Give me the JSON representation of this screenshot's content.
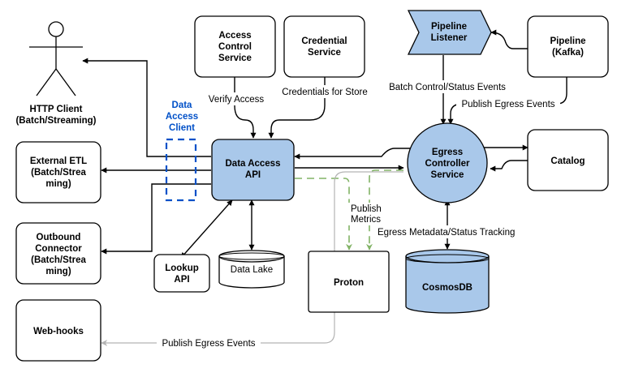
{
  "nodes": {
    "http_client": [
      "HTTP Client",
      "(Batch/Streaming)"
    ],
    "access_control": [
      "Access",
      "Control",
      "Service"
    ],
    "credential": [
      "Credential",
      "Service"
    ],
    "pipeline_listener": [
      "Pipeline",
      "Listener"
    ],
    "pipeline_kafka": [
      "Pipeline",
      "(Kafka)"
    ],
    "data_access_client": [
      "Data",
      "Access",
      "Client"
    ],
    "external_etl": [
      "External ETL",
      "(Batch/Strea",
      "ming)"
    ],
    "data_access_api": [
      "Data Access",
      "API"
    ],
    "egress_controller": [
      "Egress",
      "Controller",
      "Service"
    ],
    "catalog": [
      "Catalog"
    ],
    "outbound_connector": [
      "Outbound",
      "Connector",
      "(Batch/Strea",
      "ming)"
    ],
    "lookup_api": [
      "Lookup",
      "API"
    ],
    "data_lake": [
      "Data Lake"
    ],
    "proton": [
      "Proton"
    ],
    "cosmosdb": [
      "CosmosDB"
    ],
    "webhooks": [
      "Web-hooks"
    ]
  },
  "edge_labels": {
    "verify_access": "Verify Access",
    "credentials_for_store": "Credentials for Store",
    "batch_control": "Batch Control/Status Events",
    "publish_egress_events_top": "Publish Egress Events",
    "publish_metrics": [
      "Publish",
      "Metrics"
    ],
    "egress_metadata": "Egress Metadata/Status Tracking",
    "publish_egress_events_bottom": "Publish Egress Events"
  },
  "colors": {
    "blue_fill": "#a9c8ea",
    "dashed_client": "#0050c8",
    "green_edge": "#82b366",
    "gray_edge": "#b3b3b3"
  }
}
